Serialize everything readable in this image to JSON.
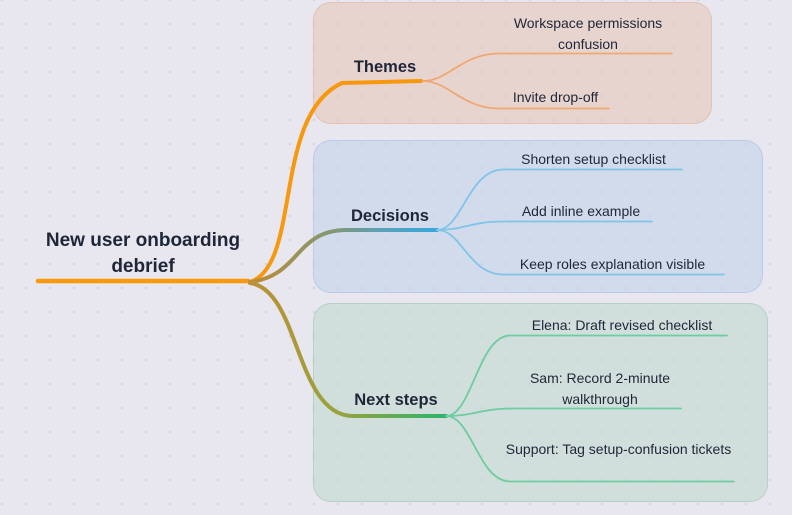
{
  "app": {
    "type": "mind-map",
    "background_color": "#E8E6EE",
    "dot_grid_color": "#D8D4DF",
    "text_color": "#1E2638"
  },
  "root": {
    "label": "New user onboarding debrief"
  },
  "branches": [
    {
      "label": "Themes",
      "branch_color": "#F7980E",
      "child_line_color": "#F0A873",
      "panel_color": "rgba(231,196,180,0.55)",
      "children": [
        "Workspace permissions confusion",
        "Invite drop-off"
      ]
    },
    {
      "label": "Decisions",
      "branch_color": "#38A8DC",
      "child_line_color": "#7FC4E9",
      "panel_color": "rgba(188,208,232,0.50)",
      "children": [
        "Shorten setup checklist",
        "Add inline example",
        "Keep roles explanation visible"
      ]
    },
    {
      "label": "Next steps",
      "branch_color": "#2BB46C",
      "child_line_color": "#6FCBA0",
      "panel_color": "rgba(183,216,201,0.50)",
      "children": [
        "Elena: Draft revised checklist",
        "Sam: Record 2-minute walkthrough",
        "Support: Tag setup-confusion tickets"
      ]
    }
  ],
  "colors": {
    "root_line": "#F7980E",
    "themes_line": "#F7980E",
    "themes_child_line": "#F0A873",
    "decisions_line_end": "#38A8DC",
    "decisions_child_line": "#7FC4E9",
    "next_line_end": "#2BB46C",
    "next_child_line": "#6FCBA0",
    "grad_decisions_0": "#C08B33",
    "grad_decisions_1": "#7F9874",
    "grad_decisions_2": "#5BA0B8",
    "grad_decisions_3": "#38A8DC",
    "grad_next_0": "#BD9038",
    "grad_next_1": "#98A23B",
    "grad_next_2": "#2BB46C"
  }
}
